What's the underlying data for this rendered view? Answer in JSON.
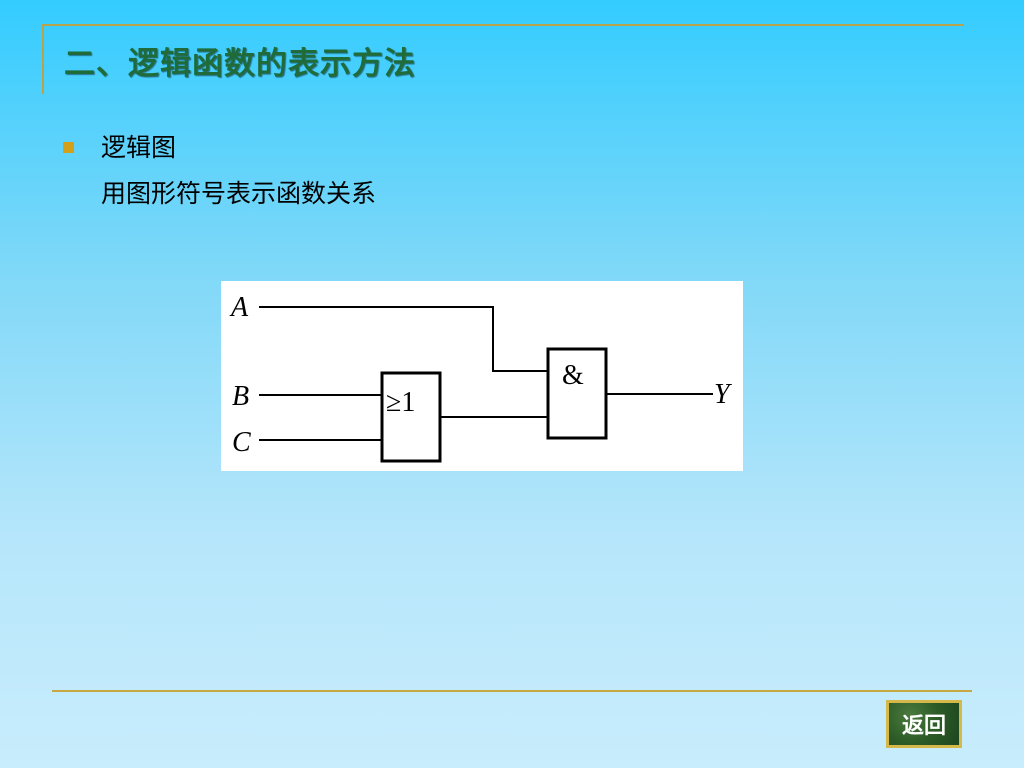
{
  "slide": {
    "title": "二、逻辑函数的表示方法",
    "bullet": "逻辑图",
    "subtext": "用图形符号表示函数关系"
  },
  "diagram": {
    "inputs": [
      "A",
      "B",
      "C"
    ],
    "or_gate_label": "≥1",
    "and_gate_label": "&",
    "output": "Y"
  },
  "nav": {
    "back_label": "返回"
  },
  "colors": {
    "title_text": "#1f6b3a",
    "frame": "#b8a24a",
    "bullet": "#d4a017",
    "button_bg": "#2b5a26",
    "button_border": "#d4b94a"
  }
}
